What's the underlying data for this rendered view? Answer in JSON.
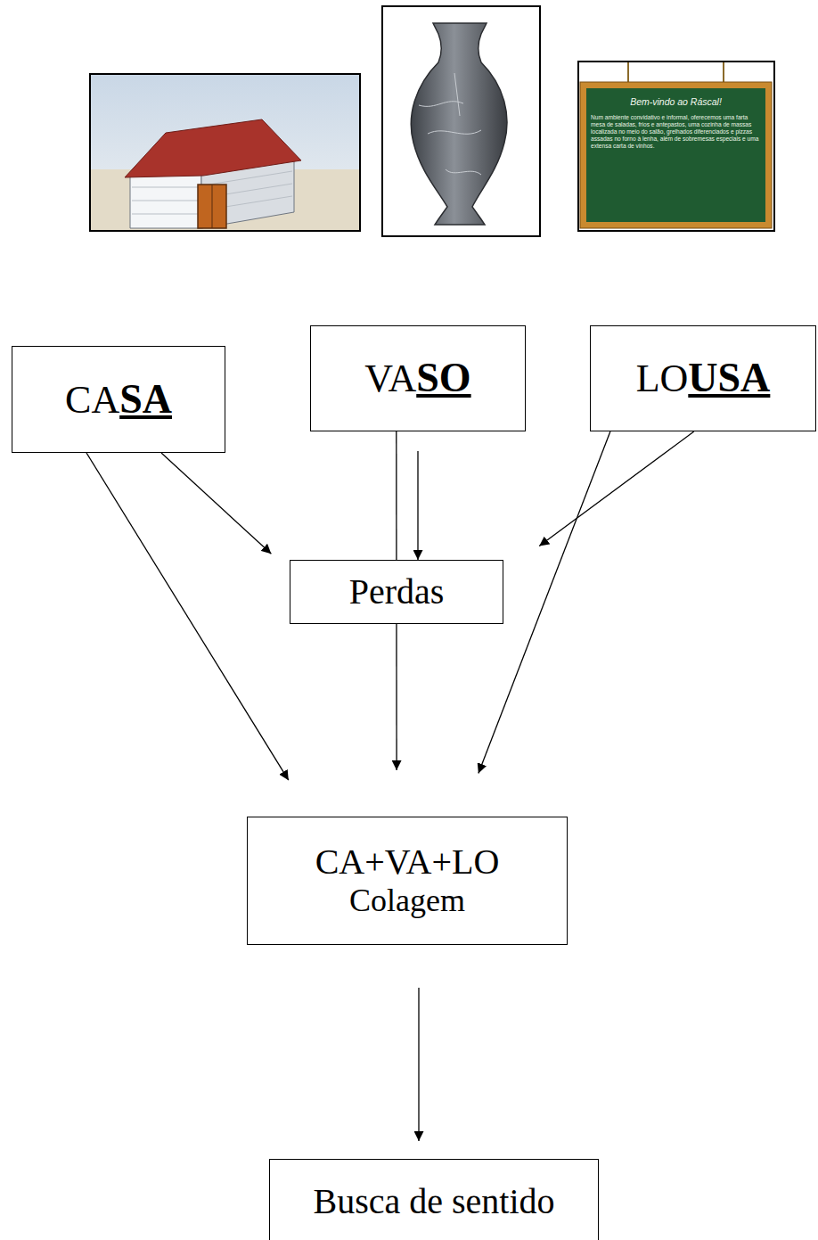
{
  "diagram": {
    "nodes": [
      {
        "text": [
          "CA",
          "SA"
        ]
      },
      {
        "text": [
          "VA",
          "SO"
        ]
      },
      {
        "text": [
          "LO",
          "USA"
        ]
      },
      {
        "text": [
          "Perdas"
        ]
      },
      {
        "text": [
          "CA+VA+LO",
          "Colagem"
        ]
      },
      {
        "text": [
          "Busca de sentido"
        ]
      }
    ],
    "edges": [
      {
        "from": 0,
        "to": 3,
        "arrow": "to"
      },
      {
        "from": 0,
        "to": 4,
        "arrow": "to"
      },
      {
        "from": 1,
        "to": 3,
        "arrow": "to"
      },
      {
        "from": 1,
        "to": 4,
        "arrow": "to"
      },
      {
        "from": 2,
        "to": 3,
        "arrow": "to"
      },
      {
        "from": 2,
        "to": 4,
        "arrow": "to"
      },
      {
        "from": 4,
        "to": 5,
        "arrow": "to"
      }
    ],
    "labels": [
      "Bem-vindo ao Ráscal!",
      "Num ambiente convidativo e informal, oferecemos uma farta mesa de saladas, frios e antepastos, uma cozinha de massas localizada no meio do salão, grelhados diferenciados e pizzas assadas no forno à lenha, além de sobremesas especiais e uma extensa carta de vinhos."
    ]
  }
}
